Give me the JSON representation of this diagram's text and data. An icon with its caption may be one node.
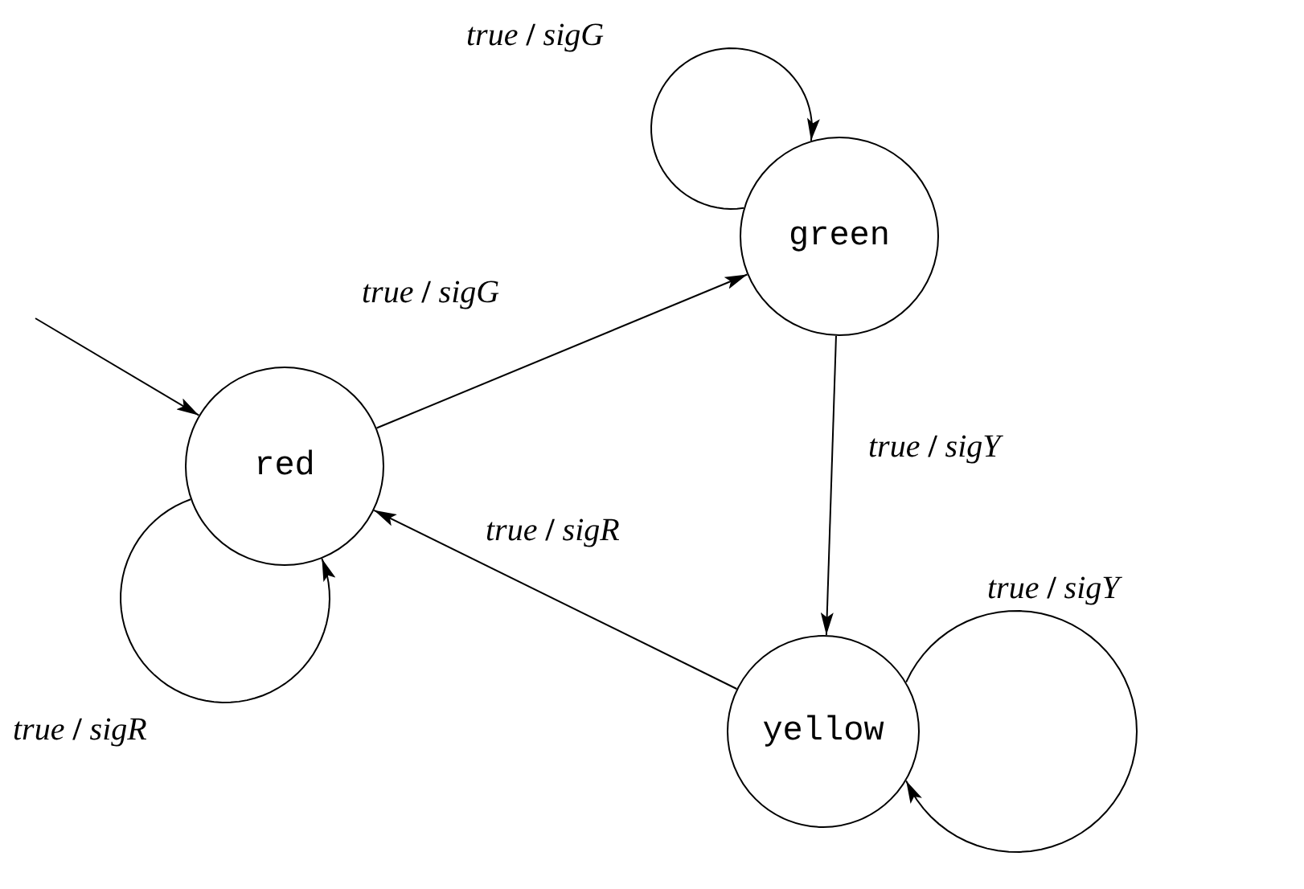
{
  "diagram": {
    "nodes": [
      {
        "text": [
          "red"
        ]
      },
      {
        "text": [
          "green"
        ]
      },
      {
        "text": [
          "yellow"
        ]
      }
    ],
    "edges": [
      {
        "from": null,
        "to": 0,
        "arrow": "to"
      },
      {
        "from": 0,
        "to": 1,
        "arrow": "to",
        "label": "*true* / *sigG*"
      },
      {
        "from": 1,
        "to": 1,
        "arrow": "to",
        "label": "*true* / *sigG*"
      },
      {
        "from": 1,
        "to": 2,
        "arrow": "to",
        "label": "*true* / *sigY*"
      },
      {
        "from": 2,
        "to": 2,
        "arrow": "to",
        "label": "*true* / *sigY*"
      },
      {
        "from": 2,
        "to": 0,
        "arrow": "to",
        "label": "*true* / *sigR*"
      },
      {
        "from": 0,
        "to": 0,
        "arrow": "to",
        "label": "*true* / *sigR*"
      }
    ]
  }
}
